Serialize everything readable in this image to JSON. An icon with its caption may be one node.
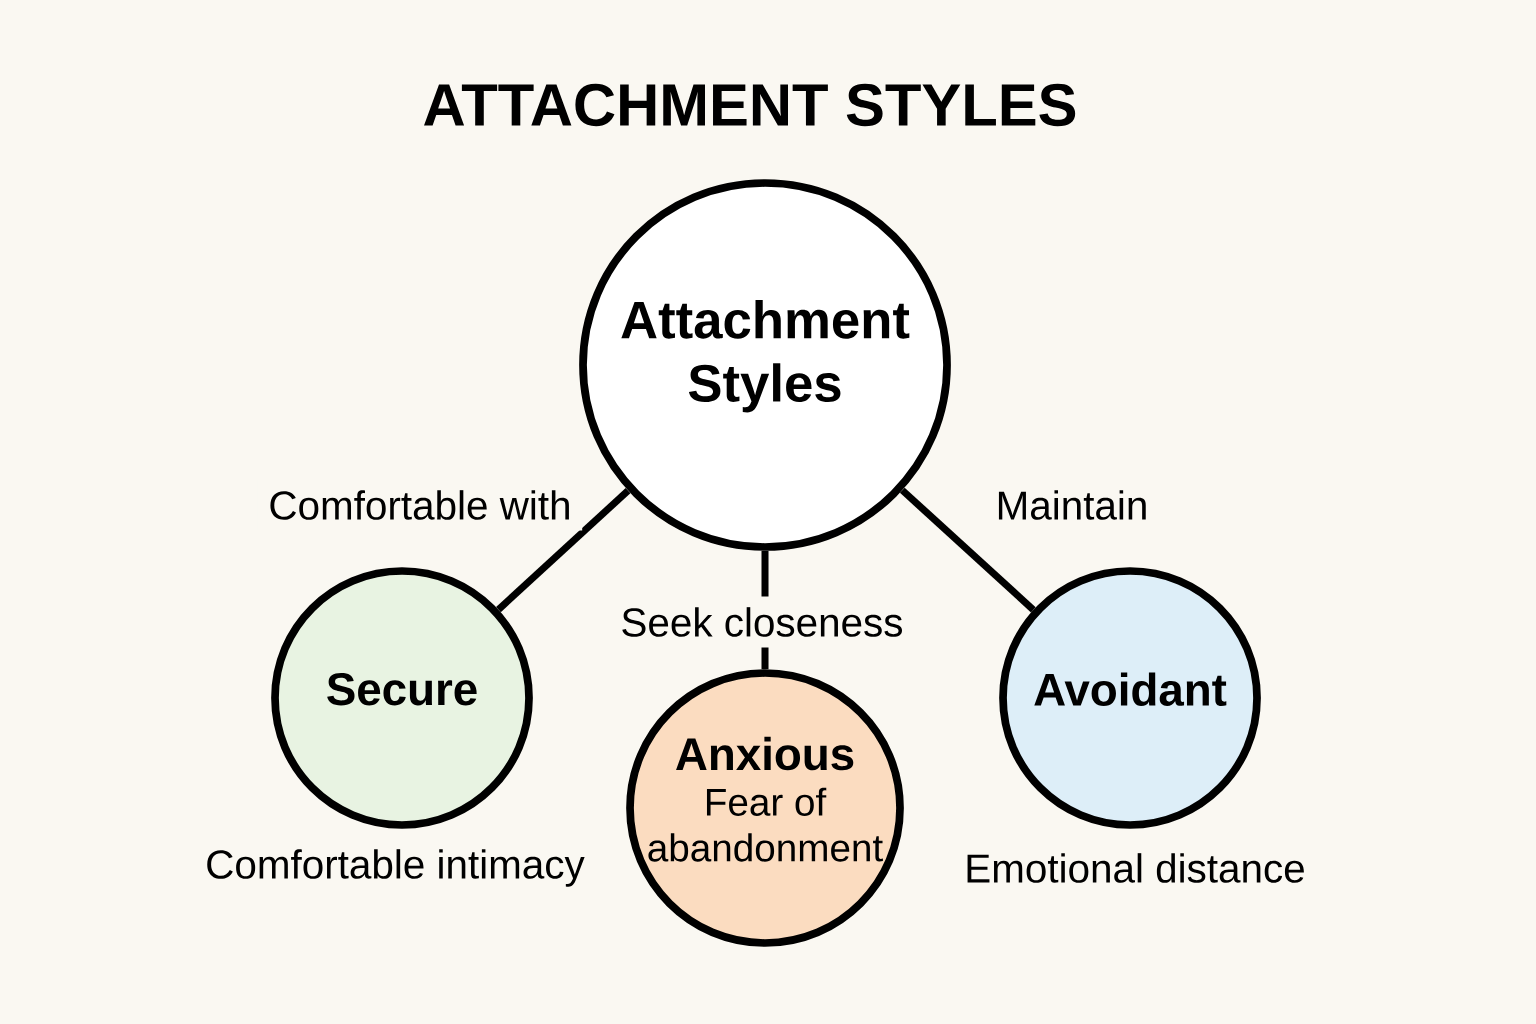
{
  "diagram": {
    "title": "ATTACHMENT STYLES",
    "nodes": [
      {
        "text": [
          "Attachment Styles"
        ]
      },
      {
        "text": [
          "Secure"
        ],
        "beside": [
          "Comfortable intimacy"
        ]
      },
      {
        "text": [
          "Anxious",
          "Fear of abandonment"
        ]
      },
      {
        "text": [
          "Avoidant"
        ],
        "beside": [
          "Emotional distance"
        ]
      }
    ],
    "edges": [
      {
        "from": 0,
        "to": 1,
        "arrow": "none",
        "label": "Comfortable with"
      },
      {
        "from": 0,
        "to": 2,
        "arrow": "none",
        "label": "Seek closeness"
      },
      {
        "from": 0,
        "to": 3,
        "arrow": "none",
        "label": "Maintain"
      }
    ]
  }
}
